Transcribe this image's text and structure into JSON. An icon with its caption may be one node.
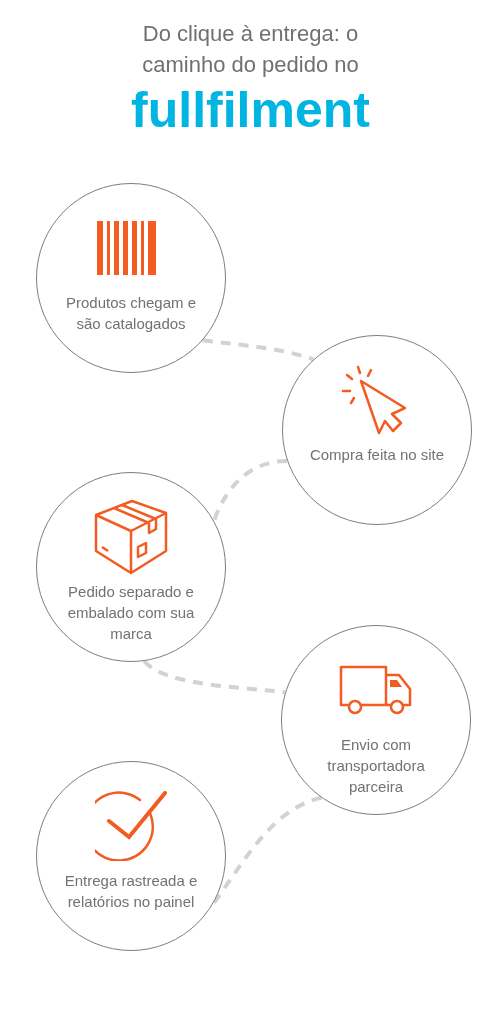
{
  "diagram": {
    "title": "Do clique à entrega: o caminho do pedido no",
    "labels": [
      "fullfilment"
    ],
    "nodes": [
      {
        "text": [
          "Produtos chegam e são catalogados"
        ]
      },
      {
        "text": [
          "Compra feita no site"
        ]
      },
      {
        "text": [
          "Pedido separado e embalado com sua marca"
        ]
      },
      {
        "text": [
          "Envio com transportadora parceira"
        ]
      },
      {
        "text": [
          "Entrega rastreada e relatórios no painel"
        ]
      }
    ],
    "edges": [
      {
        "from": 0,
        "to": 1,
        "arrow": "none",
        "style": "dashed"
      },
      {
        "from": 1,
        "to": 2,
        "arrow": "none",
        "style": "dashed"
      },
      {
        "from": 2,
        "to": 3,
        "arrow": "none",
        "style": "dashed"
      },
      {
        "from": 3,
        "to": 4,
        "arrow": "none",
        "style": "dashed"
      }
    ]
  }
}
